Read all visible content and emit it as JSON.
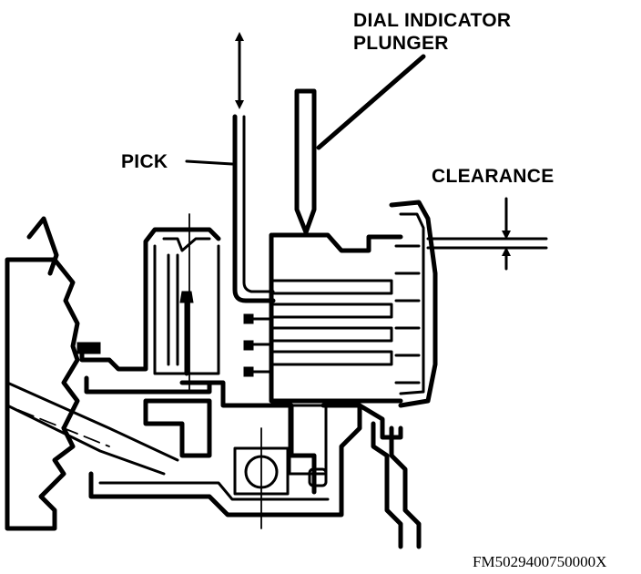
{
  "labels": {
    "dial_indicator_line1": "DIAL INDICATOR",
    "dial_indicator_line2": "PLUNGER",
    "pick": "PICK",
    "clearance": "CLEARANCE"
  },
  "figure_code": "FM5029400750000X",
  "colors": {
    "ink": "#000000",
    "paper": "#ffffff"
  }
}
